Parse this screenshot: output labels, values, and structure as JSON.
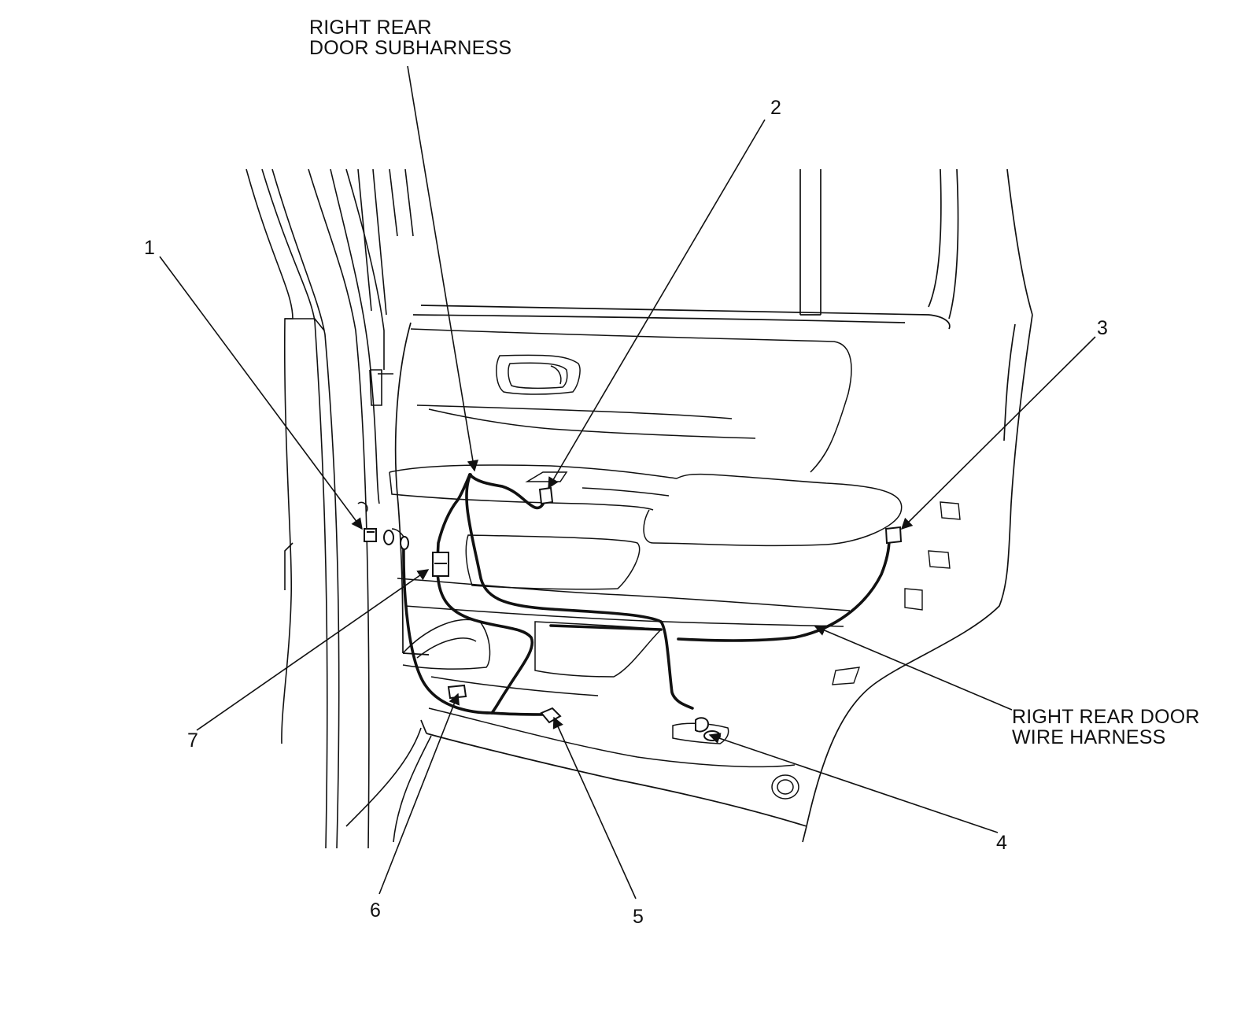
{
  "labels": {
    "subharness_line1": "RIGHT REAR",
    "subharness_line2": "DOOR SUBHARNESS",
    "harness_line1": "RIGHT REAR DOOR",
    "harness_line2": "WIRE HARNESS"
  },
  "callouts": {
    "c1": "1",
    "c2": "2",
    "c3": "3",
    "c4": "4",
    "c5": "5",
    "c6": "6",
    "c7": "7"
  },
  "colors": {
    "line": "#111111",
    "background": "#ffffff"
  }
}
